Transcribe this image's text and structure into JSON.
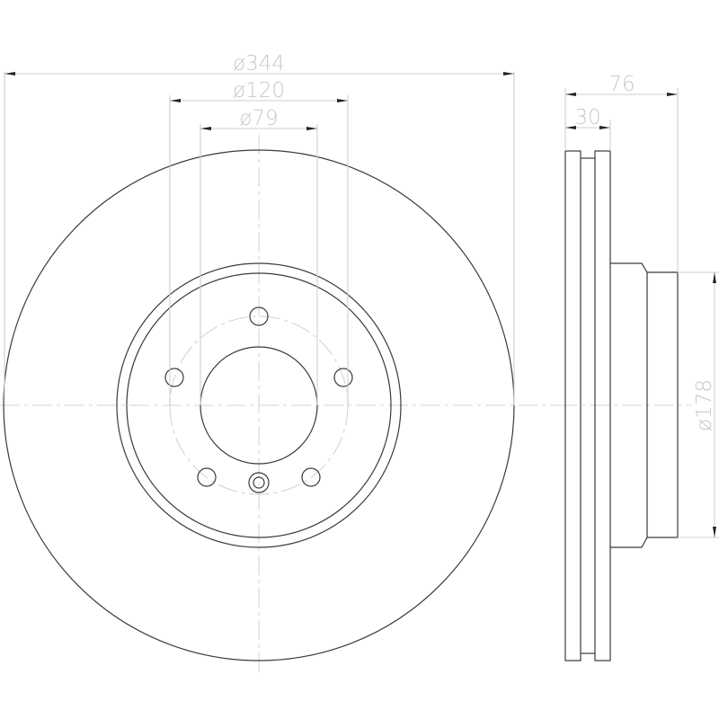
{
  "drawing": {
    "type": "brake-disc-technical-drawing",
    "front_view": {
      "outer_diameter_label": "ø344",
      "bolt_circle_label": "ø120",
      "center_bore_label": "ø79",
      "bolt_holes": 5,
      "locating_hole": 1
    },
    "side_view": {
      "total_height_label": "76",
      "disc_thickness_label": "30",
      "hat_diameter_label": "ø178"
    }
  },
  "colors": {
    "object_line": "#3a3a3a",
    "dimension_line": "#cfcfcf",
    "dimension_text": "#c8c8c8",
    "arrow": "#222222",
    "background": "#ffffff"
  }
}
